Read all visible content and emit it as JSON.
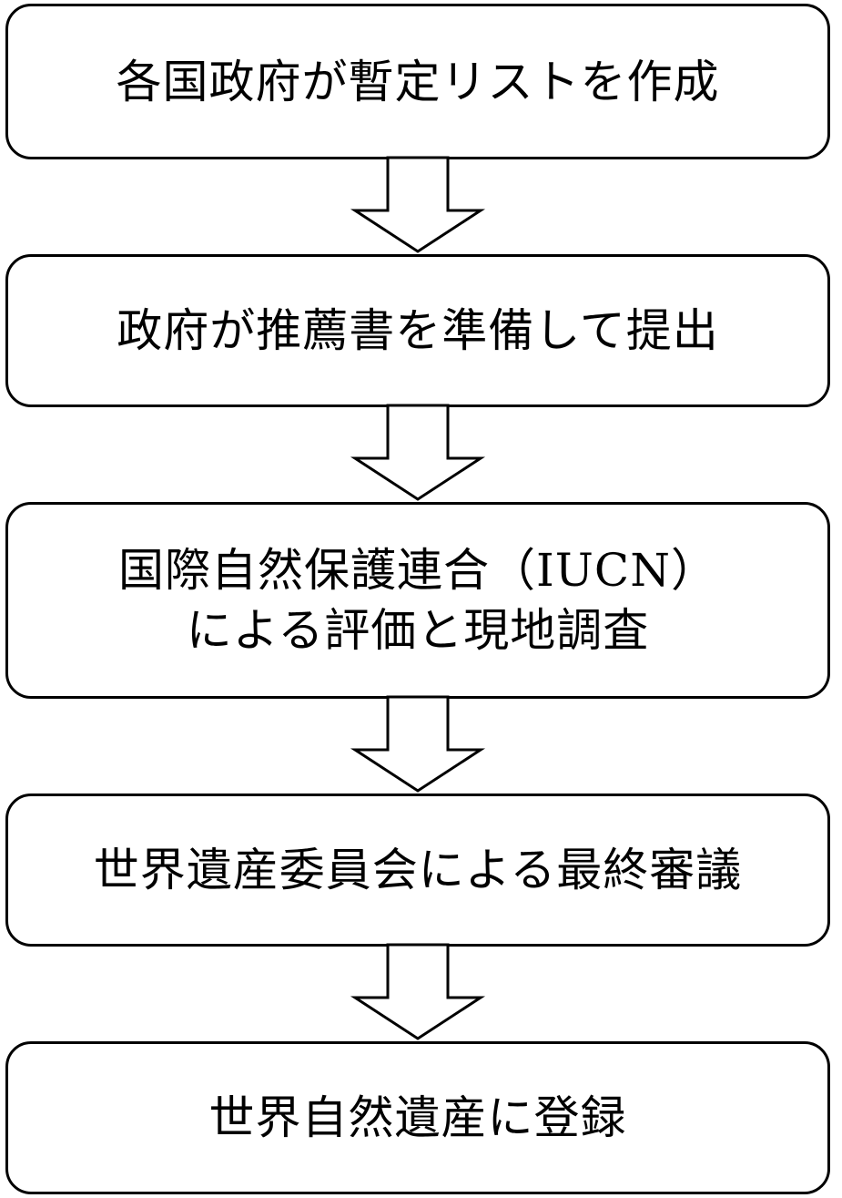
{
  "steps": [
    {
      "lines": [
        "各国政府が暫定リストを作成"
      ]
    },
    {
      "lines": [
        "政府が推薦書を準備して提出"
      ]
    },
    {
      "lines": [
        "国際自然保護連合（IUCN）",
        "による評価と現地調査"
      ]
    },
    {
      "lines": [
        "世界遺産委員会による最終審議"
      ]
    },
    {
      "lines": [
        "世界自然遺産に登録"
      ]
    }
  ]
}
